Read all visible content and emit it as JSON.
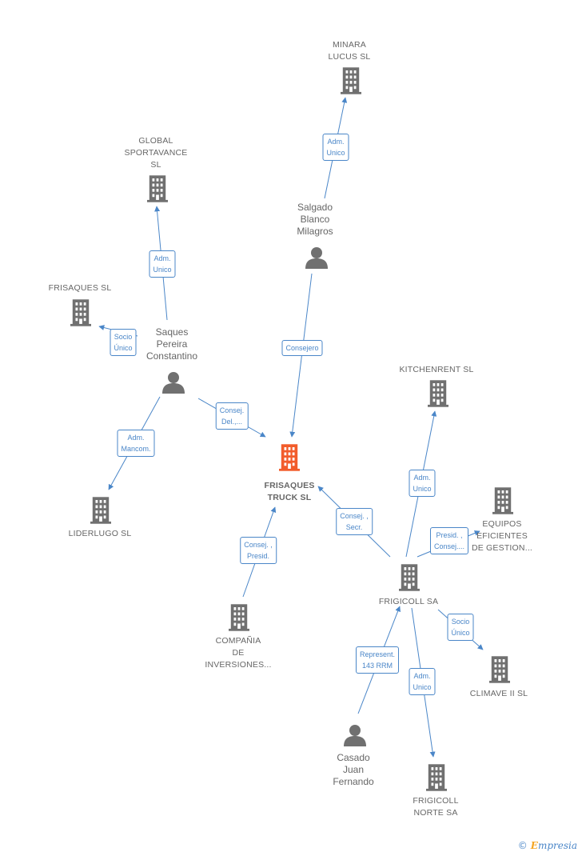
{
  "colors": {
    "edge": "#4a86c8",
    "node": "#707070",
    "main": "#f25c2b"
  },
  "watermark": {
    "copyright": "©",
    "brand_e": "E",
    "brand_rest": "mpresia"
  },
  "nodes": [
    {
      "id": "frisaques_truck",
      "kind": "company",
      "main": true,
      "label": "FRISAQUES\nTRUCK SL"
    },
    {
      "id": "minara",
      "kind": "company",
      "label": "MINARA\nLUCUS SL"
    },
    {
      "id": "global",
      "kind": "company",
      "label": "GLOBAL\nSPORTAVANCE\nSL"
    },
    {
      "id": "frisaques_sl",
      "kind": "company",
      "label": "FRISAQUES SL"
    },
    {
      "id": "salgado",
      "kind": "person",
      "label": "Salgado\nBlanco\nMilagros"
    },
    {
      "id": "saques",
      "kind": "person",
      "label": "Saques\nPereira\nConstantino"
    },
    {
      "id": "liderlugo",
      "kind": "company",
      "label": "LIDERLUGO SL"
    },
    {
      "id": "kitchenrent",
      "kind": "company",
      "label": "KITCHENRENT SL"
    },
    {
      "id": "equipos",
      "kind": "company",
      "label": "EQUIPOS\nEFICIENTES\nDE GESTION..."
    },
    {
      "id": "frigicoll",
      "kind": "company",
      "label": "FRIGICOLL SA"
    },
    {
      "id": "compania",
      "kind": "company",
      "label": "COMPAÑIA\nDE\nINVERSIONES..."
    },
    {
      "id": "climave",
      "kind": "company",
      "label": "CLIMAVE II SL"
    },
    {
      "id": "casado",
      "kind": "person",
      "label": "Casado\nJuan\nFernando"
    },
    {
      "id": "frigicoll_norte",
      "kind": "company",
      "label": "FRIGICOLL\nNORTE SA"
    }
  ],
  "edges": [
    {
      "id": "e-salgado-minara",
      "from": "salgado",
      "to": "minara",
      "label": "Adm.\nUnico"
    },
    {
      "id": "e-saques-global",
      "from": "saques",
      "to": "global",
      "label": "Adm.\nUnico"
    },
    {
      "id": "e-saques-frisaquessl",
      "from": "saques",
      "to": "frisaques_sl",
      "label": "Socio\nÚnico"
    },
    {
      "id": "e-salgado-truck",
      "from": "salgado",
      "to": "frisaques_truck",
      "label": "Consejero"
    },
    {
      "id": "e-saques-truck",
      "from": "saques",
      "to": "frisaques_truck",
      "label": "Consej.\nDel.,..."
    },
    {
      "id": "e-saques-liderlugo",
      "from": "saques",
      "to": "liderlugo",
      "label": "Adm.\nMancom."
    },
    {
      "id": "e-frigicoll-kitchenrent",
      "from": "frigicoll",
      "to": "kitchenrent",
      "label": "Adm.\nUnico"
    },
    {
      "id": "e-frigicoll-equipos",
      "from": "frigicoll",
      "to": "equipos",
      "label": "Presid. ,\nConsej...."
    },
    {
      "id": "e-frigicoll-truck",
      "from": "frigicoll",
      "to": "frisaques_truck",
      "label": "Consej. ,\nSecr."
    },
    {
      "id": "e-compania-truck",
      "from": "compania",
      "to": "frisaques_truck",
      "label": "Consej. ,\nPresid."
    },
    {
      "id": "e-frigicoll-climave",
      "from": "frigicoll",
      "to": "climave",
      "label": "Socio\nÚnico"
    },
    {
      "id": "e-casado-frigicoll",
      "from": "casado",
      "to": "frigicoll",
      "label": "Represent.\n143 RRM"
    },
    {
      "id": "e-frigicoll-norte",
      "from": "frigicoll",
      "to": "frigicoll_norte",
      "label": "Adm.\nUnico"
    }
  ]
}
